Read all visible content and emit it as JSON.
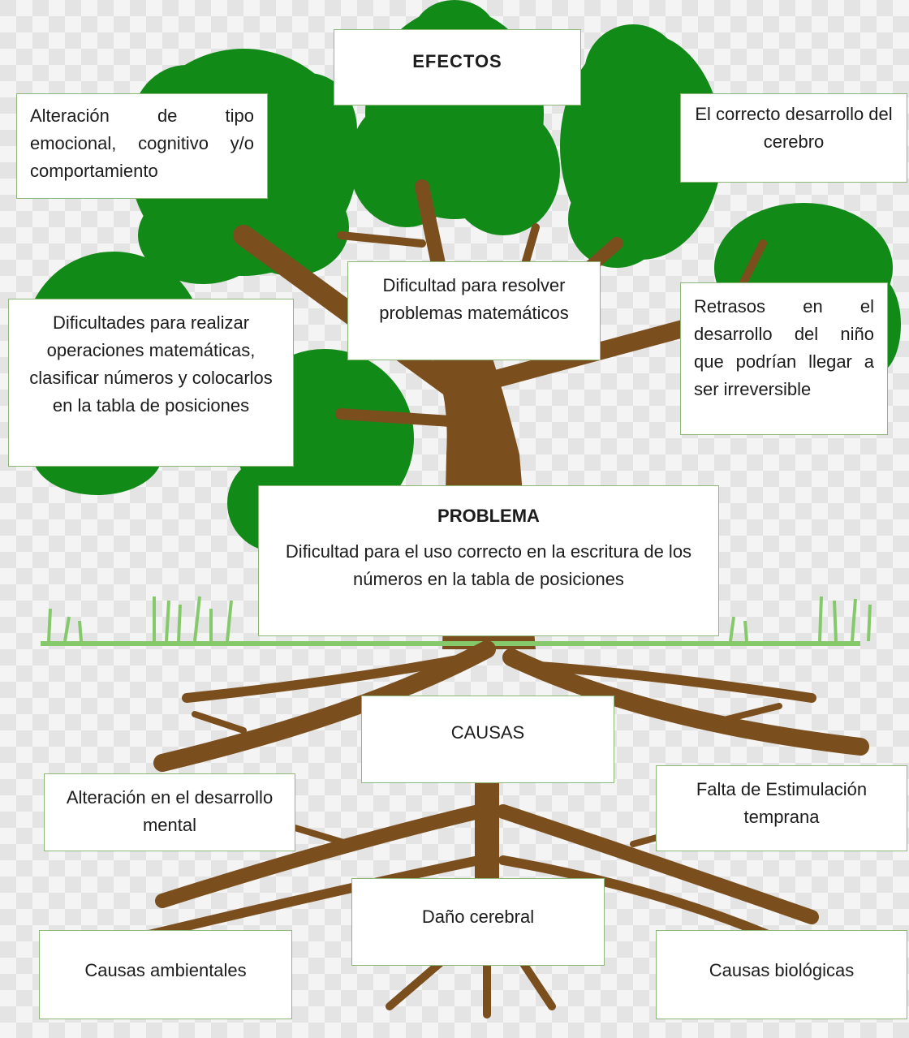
{
  "colors": {
    "trunk": "#7a4e1d",
    "foliage": "#128a17",
    "grass": "#86c96a",
    "box_border": "#8db87a",
    "checker_light": "#f4f4f4",
    "checker_dark": "#e2e2e2"
  },
  "effects": {
    "title": "EFECTOS",
    "items": [
      "Alteración de tipo emocional, cognitivo y/o comportamiento",
      "El correcto desarrollo del cerebro",
      "Dificultad para resolver problemas matemáticos",
      "Dificultades para realizar operaciones matemáticas, clasificar números y colocarlos en la tabla de posiciones",
      "Retrasos en el desarrollo del niño que podrían llegar a ser irreversible"
    ]
  },
  "problem": {
    "title": "PROBLEMA",
    "text": "Dificultad para el uso correcto en la escritura de los números en la tabla de posiciones"
  },
  "causes": {
    "title": "CAUSAS",
    "items": [
      "Alteración en el desarrollo mental",
      "Falta de Estimulación temprana",
      "Daño cerebral",
      "Causas ambientales",
      "Causas biológicas"
    ]
  }
}
